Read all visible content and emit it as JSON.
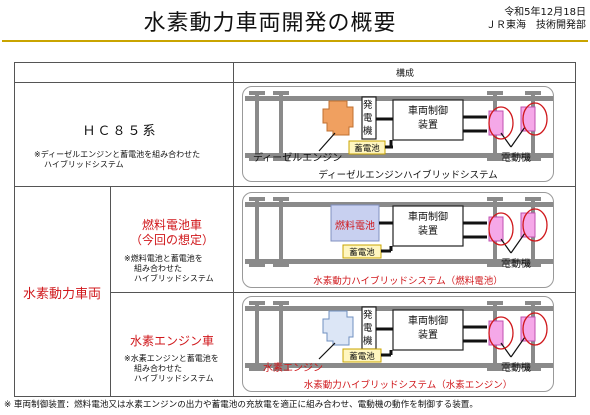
{
  "header": {
    "title": "水素動力車両開発の概要",
    "date": "令和5年12月18日",
    "org": "ＪＲ東海　技術開発部"
  },
  "table": {
    "column_header": "構成",
    "rows": [
      {
        "name": "ＨＣ８５系",
        "note_line1": "※ディーゼルエンジンと蓄電池を組み合わせた",
        "note_line2": "ハイブリッドシステム",
        "generator_label": "発電機",
        "controller_label_1": "車両制御",
        "controller_label_2": "装置",
        "battery_label": "蓄電池",
        "engine_label": "ディーゼルエンジン",
        "motor_label": "電動機",
        "caption": "ディーゼルエンジンハイブリッドシステム"
      }
    ],
    "group_label": "水素動力車両",
    "fc_row": {
      "name": "燃料電池車",
      "name_sub": "（今回の想定）",
      "note_line1": "※燃料電池と蓄電池を",
      "note_line2": "組み合わせた",
      "note_line3": "ハイブリッドシステム",
      "fc_label": "燃料電池",
      "controller_label_1": "車両制御",
      "controller_label_2": "装置",
      "battery_label": "蓄電池",
      "motor_label": "電動機",
      "caption": "水素動力ハイブリッドシステム（燃料電池）"
    },
    "he_row": {
      "name": "水素エンジン車",
      "note_line1": "※水素エンジンと蓄電池を",
      "note_line2": "組み合わせた",
      "note_line3": "ハイブリッドシステム",
      "generator_label": "発電機",
      "controller_label_1": "車両制御",
      "controller_label_2": "装置",
      "battery_label": "蓄電池",
      "engine_label": "水素エンジン",
      "motor_label": "電動機",
      "caption": "水素動力ハイブリッドシステム（水素エンジン）"
    }
  },
  "footnote": "※ 車両制御装置：燃料電池又は水素エンジンの出力や蓄電池の充放電を適正に組み合わせ、電動機の動作を制御する装置。",
  "colors": {
    "accent_red": "#d0181c",
    "engine_orange": "#f0a060",
    "fc_blue": "#c8d0f0",
    "h2engine_blue": "#dce6f6",
    "battery_yellow": "#fff6c0",
    "motor_pink": "#f5a8e8",
    "rail_gray": "#8a8a8a"
  }
}
